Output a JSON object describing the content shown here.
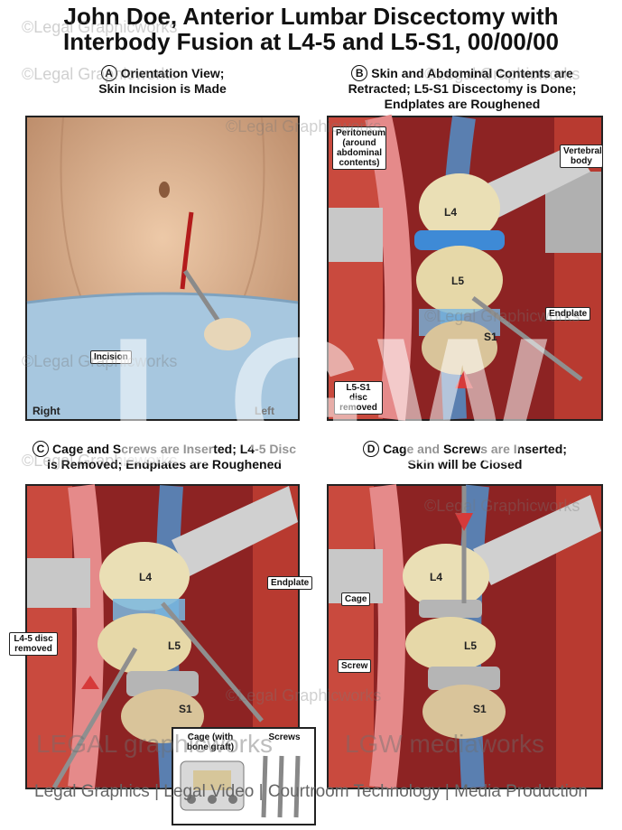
{
  "title": {
    "line1": "John Doe, Anterior Lumbar Discectomy with",
    "line2": "Interbody Fusion at L4-5 and L5-S1, 00/00/00"
  },
  "panels": [
    {
      "letter": "A",
      "heading1": "Orientation View;",
      "heading2": "Skin Incision is Made",
      "labels": {
        "incision": "Incision",
        "right": "Right",
        "left": "Left"
      }
    },
    {
      "letter": "B",
      "heading1": "Skin and Abdominal Contents are",
      "heading2": "Retracted; L5-S1 Discectomy is Done;",
      "heading3": "Endplates are Roughened",
      "labels": {
        "peritoneum": "Peritoneum (around abdominal contents)",
        "vertebral": "Vertebral body",
        "l4": "L4",
        "l5": "L5",
        "s1": "S1",
        "endplate": "Endplate",
        "disc": "L5-S1 disc removed"
      }
    },
    {
      "letter": "C",
      "heading1": "Cage and Screws are Inserted; L4-5 Disc",
      "heading2": "is Removed; Endplates are Roughened",
      "labels": {
        "l4": "L4",
        "l5": "L5",
        "s1": "S1",
        "endplate": "Endplate",
        "disc": "L4-5 disc removed"
      }
    },
    {
      "letter": "D",
      "heading1": "Cage and Screws are Inserted;",
      "heading2": "Skin will be Closed",
      "labels": {
        "l4": "L4",
        "l5": "L5",
        "s1": "S1",
        "cage": "Cage",
        "screw": "Screw"
      }
    }
  ],
  "inset": {
    "cage": "Cage (with bone graft)",
    "screws": "Screws"
  },
  "watermark": {
    "text": "©Legal Graphicworks",
    "big": "LGW",
    "brand_left": "LEGAL graphicworks",
    "brand_right": "LGW mediaworks"
  },
  "footer": "Legal Graphics | Legal Video | Courtroom Technology | Media Production"
}
